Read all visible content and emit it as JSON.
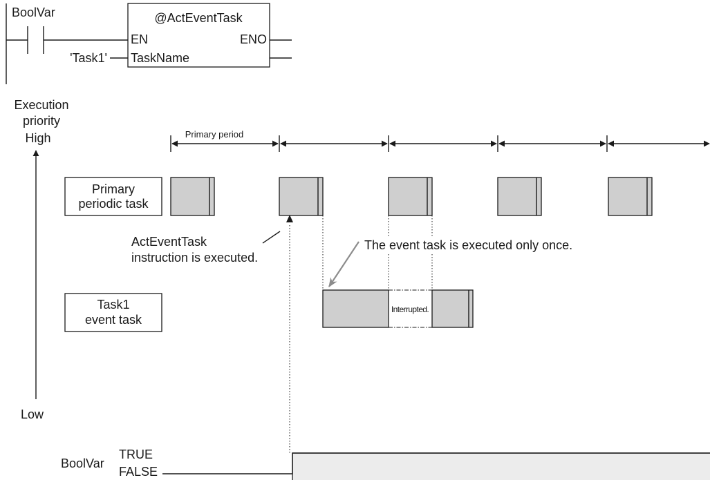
{
  "ladder": {
    "contact_variable": "BoolVar",
    "instruction_name": "@ActEventTask",
    "en_label": "EN",
    "eno_label": "ENO",
    "taskname_label": "TaskName",
    "taskname_value": "'Task1'"
  },
  "priority_axis": {
    "title_line1": "Execution",
    "title_line2": "priority",
    "high_label": "High",
    "low_label": "Low"
  },
  "period": {
    "label": "Primary period",
    "count": 5
  },
  "tasks": {
    "primary_line1": "Primary",
    "primary_line2": "periodic task",
    "event_line1": "Task1",
    "event_line2": "event task"
  },
  "annotations": {
    "instruction_line1": "ActEventTask",
    "instruction_line2": "instruction is executed.",
    "once_note": "The event task is executed only once.",
    "interrupted": "Interrupted."
  },
  "signal": {
    "name": "BoolVar",
    "true_label": "TRUE",
    "false_label": "FALSE"
  },
  "colors": {
    "block_fill": "#cfcfcf",
    "line": "#1a1a1a",
    "callout_arrow": "#8c8c8c",
    "timeline_fill": "#ececec"
  }
}
